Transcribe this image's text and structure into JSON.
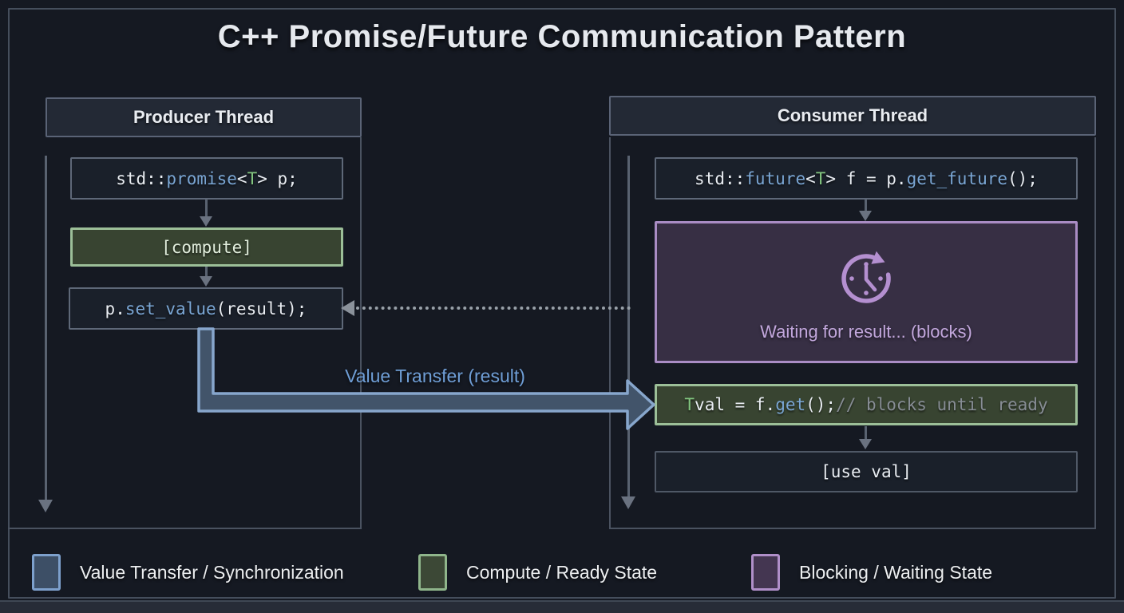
{
  "title": "C++ Promise/Future Communication Pattern",
  "producer": {
    "header": "Producer Thread",
    "promise_code": [
      {
        "t": "std::",
        "c": "w"
      },
      {
        "t": "promise",
        "c": "b"
      },
      {
        "t": "<",
        "c": "w"
      },
      {
        "t": "T",
        "c": "g"
      },
      {
        "t": "> p;",
        "c": "w"
      }
    ],
    "compute_label": "[compute]",
    "set_value_code": [
      {
        "t": "p.",
        "c": "w"
      },
      {
        "t": "set_value",
        "c": "b"
      },
      {
        "t": "(result);",
        "c": "w"
      }
    ]
  },
  "consumer": {
    "header": "Consumer Thread",
    "future_code": [
      {
        "t": "std::",
        "c": "w"
      },
      {
        "t": "future",
        "c": "b"
      },
      {
        "t": "<",
        "c": "w"
      },
      {
        "t": "T",
        "c": "g"
      },
      {
        "t": "> f = p.",
        "c": "w"
      },
      {
        "t": "get_future",
        "c": "b"
      },
      {
        "t": "();",
        "c": "w"
      }
    ],
    "waiting_label": "Waiting for result... (blocks)",
    "get_code": [
      {
        "t": "T",
        "c": "g"
      },
      {
        "t": " val = f.",
        "c": "w"
      },
      {
        "t": "get",
        "c": "b"
      },
      {
        "t": "();",
        "c": "w"
      },
      {
        "t": " // blocks until ready",
        "c": "c"
      }
    ],
    "use_label": "[use val]"
  },
  "transfer_label": "Value Transfer (result)",
  "legend": [
    {
      "label": "Value Transfer / Synchronization",
      "fill": "#3d4f66",
      "border": "#7da0cc"
    },
    {
      "label": "Compute / Ready State",
      "fill": "#3c4836",
      "border": "#8fb58b"
    },
    {
      "label": "Blocking / Waiting State",
      "fill": "#443651",
      "border": "#b08fc9"
    }
  ],
  "colors": {
    "code_blue": "#7aa6d4",
    "code_green": "#82c57f",
    "code_white": "#e9edf2",
    "code_comment": "#878d95",
    "pipe_fill": "#42546a",
    "pipe_stroke": "#87a6cc",
    "clock_purple": "#b48fd0",
    "arrow_gray": "#596270"
  }
}
